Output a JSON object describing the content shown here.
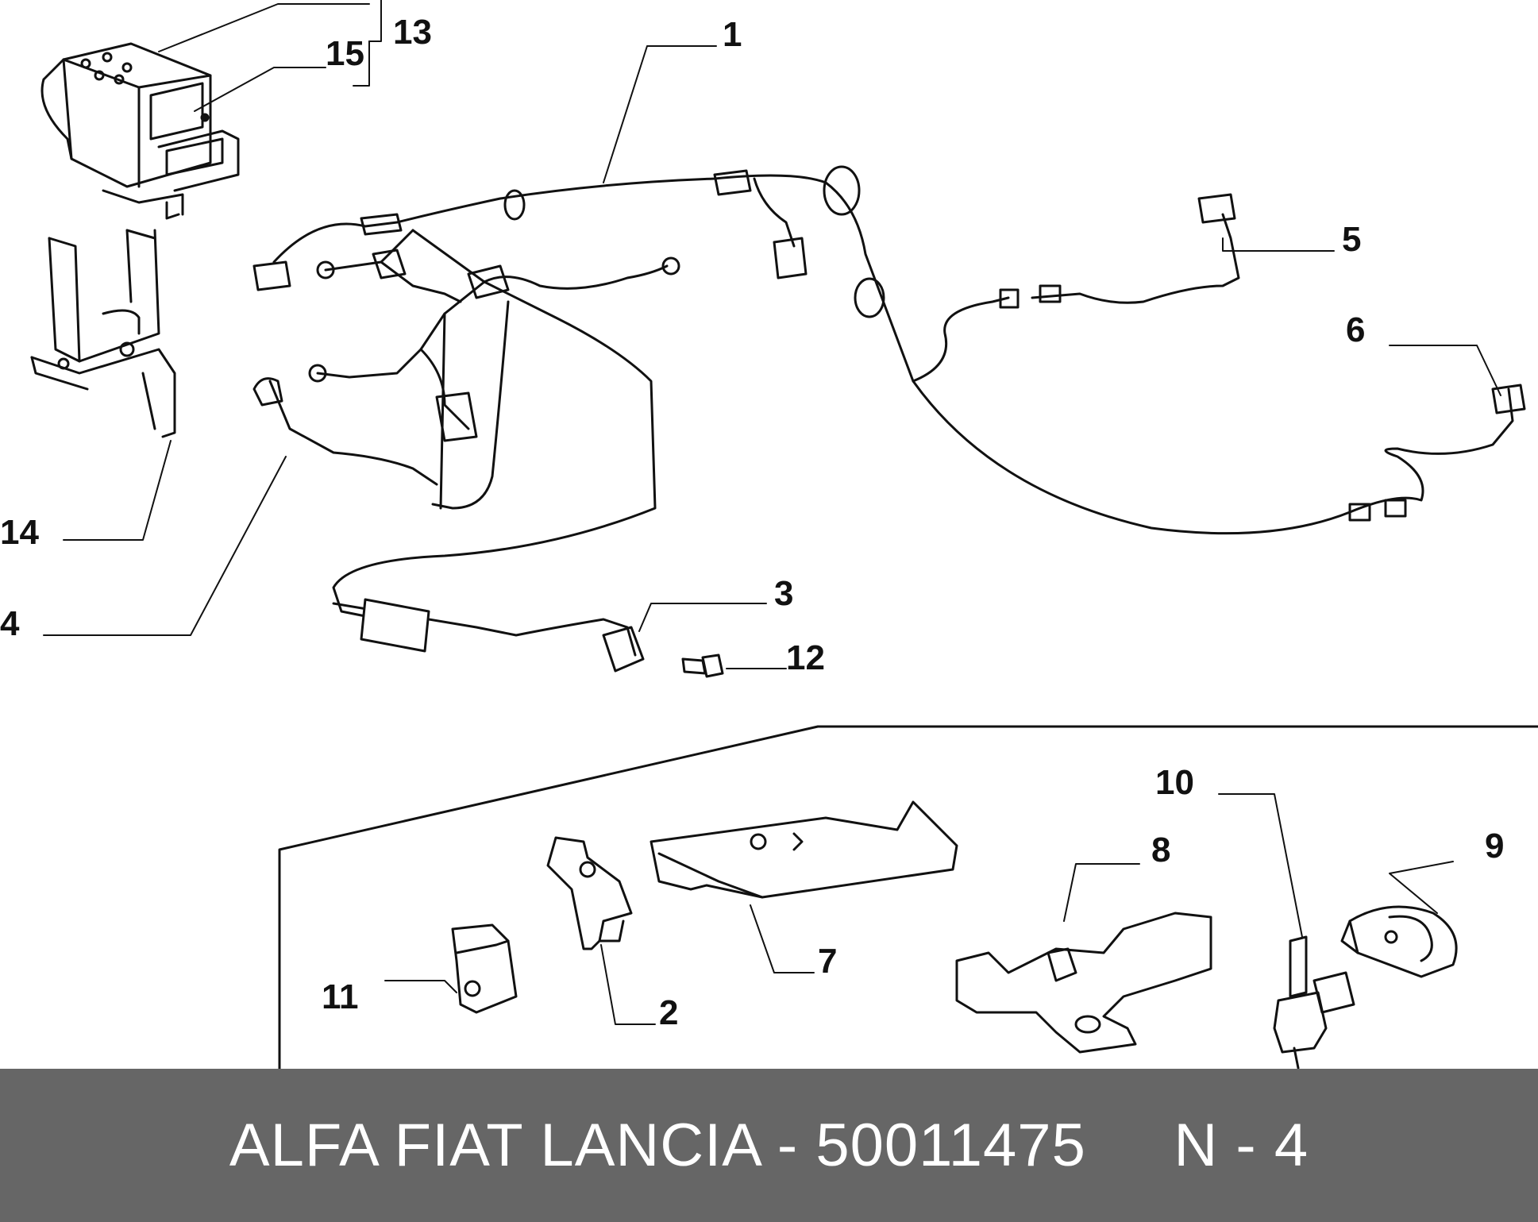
{
  "diagram": {
    "callouts": {
      "c1": "1",
      "c2": "2",
      "c3": "3",
      "c4": "4",
      "c5": "5",
      "c6": "6",
      "c7": "7",
      "c8": "8",
      "c9": "9",
      "c10": "10",
      "c11": "11",
      "c12": "12",
      "c13": "13",
      "c14": "14",
      "c15": "15"
    },
    "colors": {
      "line": "#111111",
      "background": "#ffffff",
      "footer": "#666666",
      "footer_text": "#ffffff"
    }
  },
  "footer": {
    "brand": "ALFA FIAT LANCIA",
    "separator": "-",
    "part_number": "50011475",
    "suffix": "N - 4"
  }
}
